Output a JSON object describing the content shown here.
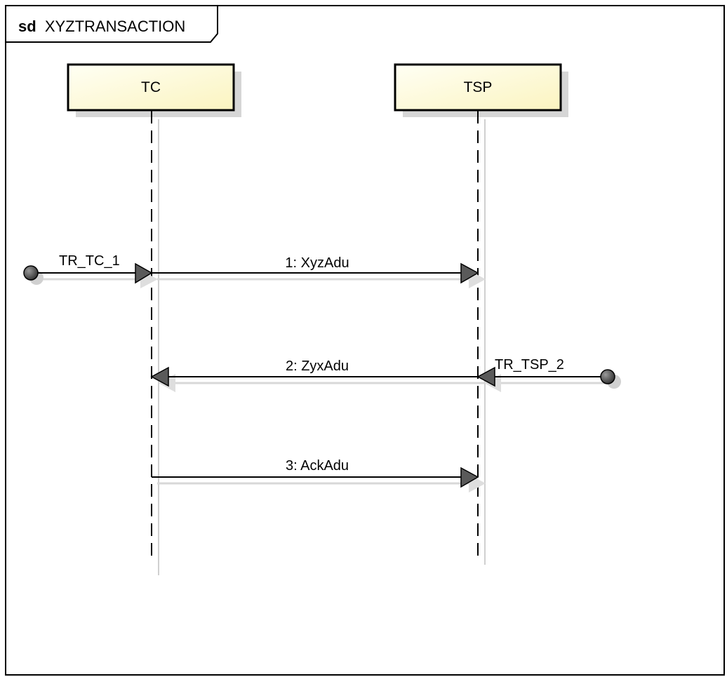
{
  "diagram": {
    "frame": {
      "keyword": "sd",
      "name": "XYZTRANSACTION"
    },
    "lifelines": [
      {
        "id": "tc",
        "label": "TC"
      },
      {
        "id": "tsp",
        "label": "TSP"
      }
    ],
    "messages": [
      {
        "label": "1: XyzAdu",
        "from": "tc",
        "to": "tsp"
      },
      {
        "label": "2: ZyxAdu",
        "from": "tsp",
        "to": "tc"
      },
      {
        "label": "3: AckAdu",
        "from": "tc",
        "to": "tsp"
      }
    ],
    "gates": [
      {
        "label": "TR_TC_1",
        "target": "tc",
        "side": "left"
      },
      {
        "label": "TR_TSP_2",
        "target": "tsp",
        "side": "right"
      }
    ],
    "colors": {
      "lifeline_fill_top": "#fffff4",
      "lifeline_fill_bottom": "#fbf4c0",
      "line": "#000000",
      "arrowhead": "#5a5a5a",
      "shadow": "#d0d0d0",
      "background": "#ffffff"
    }
  }
}
